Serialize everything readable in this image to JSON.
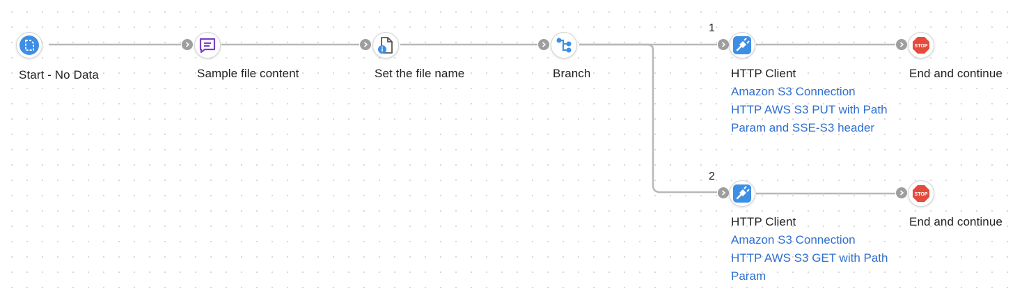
{
  "nodes": {
    "start": {
      "label": "Start - No Data",
      "icon": "file-dashed-icon"
    },
    "sample": {
      "label": "Sample file content",
      "icon": "message-icon"
    },
    "setname": {
      "label": "Set the file name",
      "icon": "file-info-icon"
    },
    "branch": {
      "label": "Branch",
      "icon": "branch-icon"
    },
    "http1": {
      "label": "HTTP Client",
      "icon": "plug-icon",
      "connection": "Amazon S3 Connection",
      "operation_line1": "HTTP AWS S3 PUT with Path",
      "operation_line2": "Param and SSE-S3 header"
    },
    "end1": {
      "label": "End and continue",
      "icon": "stop-icon",
      "stop_text": "STOP"
    },
    "http2": {
      "label": "HTTP Client",
      "icon": "plug-icon",
      "connection": "Amazon S3 Connection",
      "operation_line1": "HTTP AWS S3 GET with Path",
      "operation_line2": "Param"
    },
    "end2": {
      "label": "End and continue",
      "icon": "stop-icon",
      "stop_text": "STOP"
    }
  },
  "branches": {
    "b1": "1",
    "b2": "2"
  },
  "colors": {
    "blue": "#3d8fe6",
    "purple": "#7b3fc4",
    "stop_red": "#e54b3c",
    "link": "#2f6fcf",
    "wire": "#b8b8b8",
    "port": "#9e9e9e"
  }
}
